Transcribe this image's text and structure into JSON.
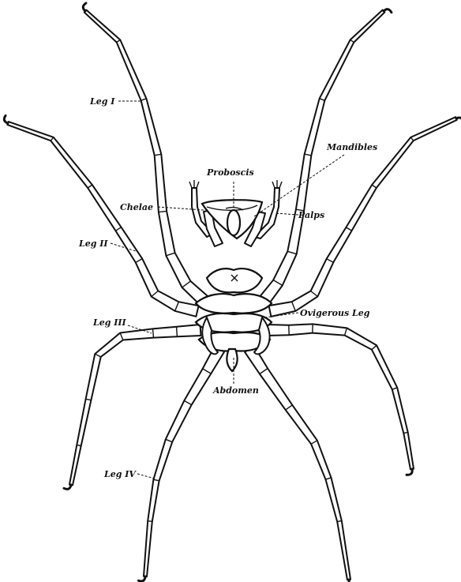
{
  "labels": {
    "leg_1": "Leg I",
    "leg_2": "Leg II",
    "leg_3": "Leg III",
    "leg_4": "Leg IV",
    "proboscis": "Proboscis",
    "mandibles": "Mandibles",
    "chelae": "Chelae",
    "palps": "Palps",
    "ovigerous_leg": "Ovigerous Leg",
    "abdomen": "Abdomen"
  },
  "colors": {
    "ink": "#111111",
    "paper": "#ffffff"
  }
}
